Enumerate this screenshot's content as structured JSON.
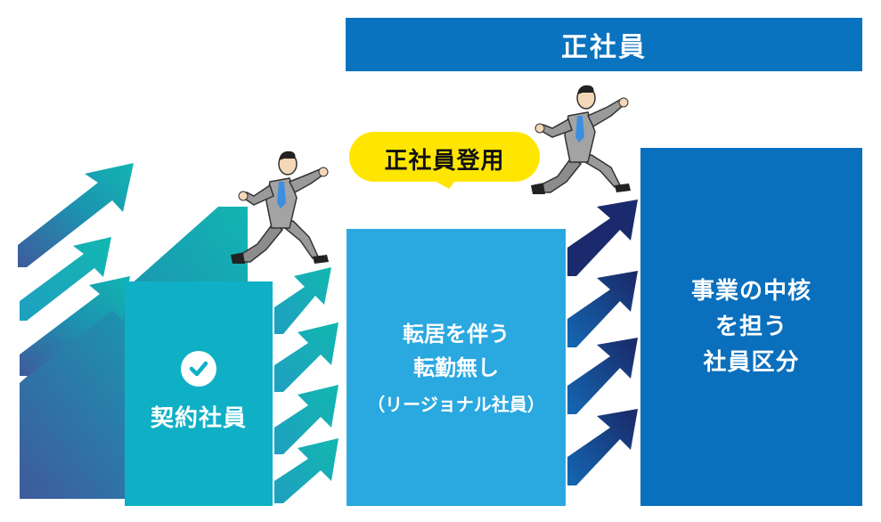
{
  "banner": {
    "label": "正社員"
  },
  "bubble": {
    "label": "正社員登用"
  },
  "box_contract": {
    "label": "契約社員",
    "icon": "check-circle-icon"
  },
  "box_regional": {
    "line1": "転居を伴う",
    "line2": "転勤無し",
    "line3": "（リージョナル社員）"
  },
  "box_core": {
    "line1": "事業の中核",
    "line2": "を担う",
    "line3": "社員区分"
  },
  "colors": {
    "banner": "#0a73bf",
    "contract_box": "#0fb0c6",
    "regional_box": "#2aa8e0",
    "core_box": "#0a6fbd",
    "bubble": "#ffe600",
    "arrow_teal": "#10b3b4",
    "arrow_navy": "#1b2c6e"
  }
}
